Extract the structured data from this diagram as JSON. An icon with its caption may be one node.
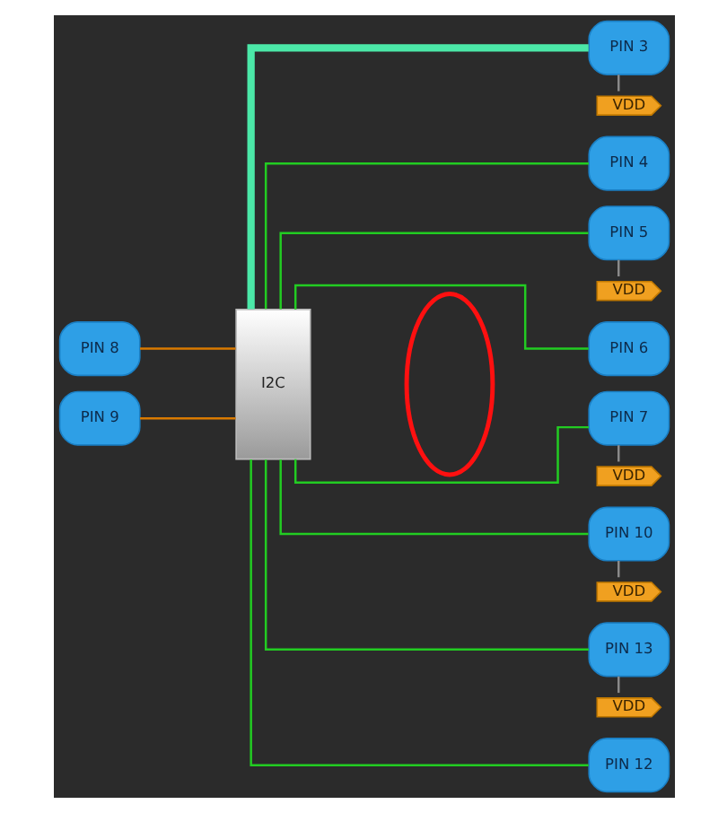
{
  "diagram": {
    "nodes": [
      {
        "text": [
          "PIN 8"
        ]
      },
      {
        "text": [
          "PIN 9"
        ]
      },
      {
        "text": [
          "I2C"
        ]
      },
      {
        "text": [],
        "shape": "ellipse"
      },
      {
        "text": [
          "PIN 3"
        ]
      },
      {
        "text": [
          "VDD"
        ]
      },
      {
        "text": [
          "PIN 4"
        ]
      },
      {
        "text": [
          "PIN 5"
        ]
      },
      {
        "text": [
          "VDD"
        ]
      },
      {
        "text": [
          "PIN 6"
        ]
      },
      {
        "text": [
          "PIN 7"
        ]
      },
      {
        "text": [
          "VDD"
        ]
      },
      {
        "text": [
          "PIN 10"
        ]
      },
      {
        "text": [
          "VDD"
        ]
      },
      {
        "text": [
          "PIN 13"
        ]
      },
      {
        "text": [
          "VDD"
        ]
      },
      {
        "text": [
          "PIN 12"
        ]
      }
    ],
    "edges": [
      {
        "from": 0,
        "to": 2,
        "arrow": "none",
        "color": "#d97a00"
      },
      {
        "from": 1,
        "to": 2,
        "arrow": "none",
        "color": "#d97a00"
      },
      {
        "from": 2,
        "to": 4,
        "arrow": "none",
        "style": "thick",
        "color": "#4be8a8"
      },
      {
        "from": 2,
        "to": 6,
        "arrow": "none"
      },
      {
        "from": 2,
        "to": 7,
        "arrow": "none"
      },
      {
        "from": 2,
        "to": 9,
        "arrow": "none"
      },
      {
        "from": 2,
        "to": 10,
        "arrow": "none"
      },
      {
        "from": 2,
        "to": 12,
        "arrow": "none"
      },
      {
        "from": 2,
        "to": 14,
        "arrow": "none"
      },
      {
        "from": 2,
        "to": 16,
        "arrow": "none"
      },
      {
        "from": 4,
        "to": 5,
        "arrow": "none",
        "color": "#8a8a8a"
      },
      {
        "from": 7,
        "to": 8,
        "arrow": "none",
        "color": "#8a8a8a"
      },
      {
        "from": 10,
        "to": 11,
        "arrow": "none",
        "color": "#8a8a8a"
      },
      {
        "from": 12,
        "to": 13,
        "arrow": "none",
        "color": "#8a8a8a"
      },
      {
        "from": 14,
        "to": 15,
        "arrow": "none",
        "color": "#8a8a8a"
      }
    ]
  }
}
